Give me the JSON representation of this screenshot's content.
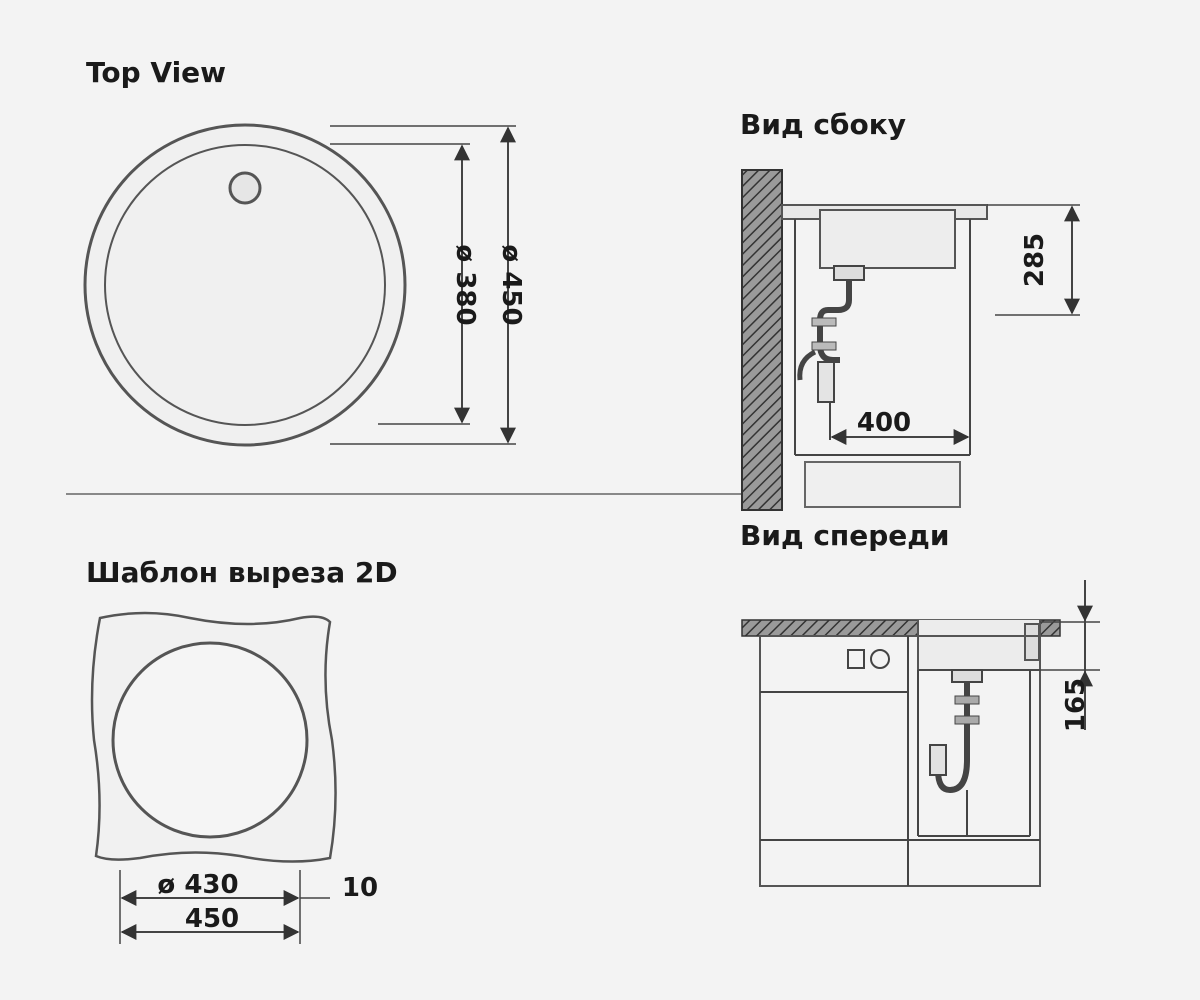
{
  "titles": {
    "top_view": "Top View",
    "side_view": "Вид сбоку",
    "front_view": "Вид спереди",
    "cutout_template": "Шаблон выреза 2D"
  },
  "dimensions": {
    "inner_diameter": "ø 380",
    "outer_diameter": "ø 450",
    "side_depth": "285",
    "side_width": "400",
    "front_depth": "165",
    "cutout_diameter": "ø 430",
    "cutout_margin": "10",
    "cutout_width": "450"
  },
  "colors": {
    "background": "#f3f3f3",
    "line": "#444444",
    "text": "#1a1a1a"
  }
}
